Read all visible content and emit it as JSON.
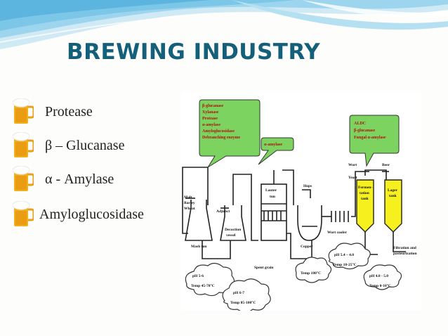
{
  "title": "BREWING INDUSTRY",
  "bullets": [
    {
      "label": "Protease"
    },
    {
      "label": "β – Glucanase"
    },
    {
      "label": "α - Amylase"
    },
    {
      "label": "Amyloglucosidase"
    }
  ],
  "diagram": {
    "bubble_mash": [
      "β-glucanase",
      "Xylanase",
      "Protease",
      "α-amylase",
      "Amyloglucosidase",
      "Debranching enzyme"
    ],
    "bubble_decoction": "α-amylase",
    "bubble_ferment": [
      "ALDC",
      "β-glucanase",
      "Fungal α-amylase"
    ],
    "malt": [
      "Malt",
      "Barley",
      "Wheat"
    ],
    "adjunct": "Adjunct",
    "mash_tun": "Mash tun",
    "decoction": [
      "Decoction",
      "vessel"
    ],
    "lauter": [
      "Lauter",
      "tun"
    ],
    "hops": "Hops",
    "copper": "Copper",
    "wort_cooler": "Wort cooler",
    "wort": "Wort",
    "yeast": "Yeast",
    "beer": "Beer",
    "ferm_tank": [
      "Fermen-",
      "tation",
      "tank"
    ],
    "lager_tank": [
      "Lager",
      "tank"
    ],
    "filtration": [
      "Filtration and",
      "pasteurization"
    ],
    "spent_grain": "Spent grain",
    "cloud_mash": [
      "pH 5-6",
      "Temp 45-78°C"
    ],
    "cloud_decoction": [
      "pH 6-7",
      "Temp 85-100°C"
    ],
    "cloud_copper": "Temp 100°C",
    "cloud_ferm": [
      "pH 5.4 – 4.0",
      "Temp 10-25°C"
    ],
    "cloud_lager": [
      "pH 4.0 - 5.0",
      "Temp 0-10°C"
    ]
  },
  "colors": {
    "title": "#14607a",
    "bubble_fill": "#7dd35f",
    "tank_fill": "#f5f01e"
  }
}
